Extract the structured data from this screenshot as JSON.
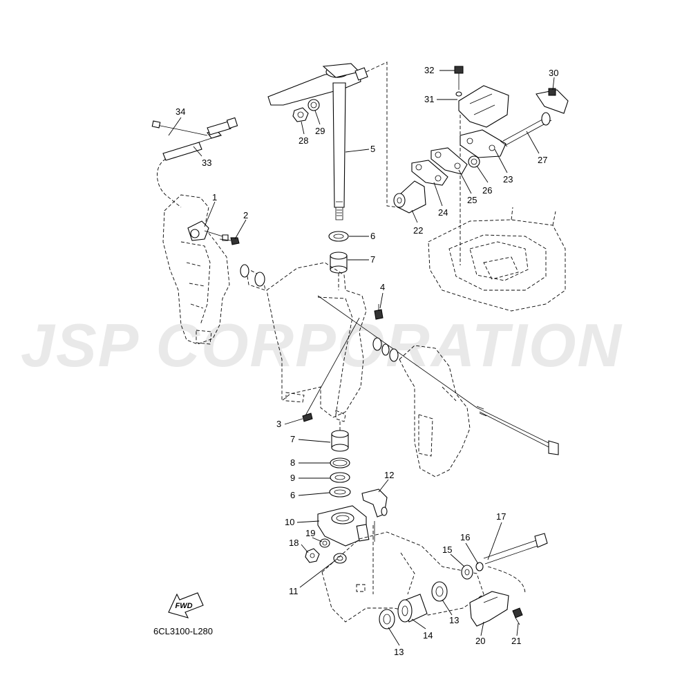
{
  "watermark": "JSP CORPORATION",
  "diagram_code": "6CL3100-L280",
  "fwd_label": "FWD",
  "callouts": [
    {
      "id": "c34",
      "text": "34"
    },
    {
      "id": "c33",
      "text": "33"
    },
    {
      "id": "c1",
      "text": "1"
    },
    {
      "id": "c2",
      "text": "2"
    },
    {
      "id": "c28",
      "text": "28"
    },
    {
      "id": "c29",
      "text": "29"
    },
    {
      "id": "c5",
      "text": "5"
    },
    {
      "id": "c6a",
      "text": "6"
    },
    {
      "id": "c7a",
      "text": "7"
    },
    {
      "id": "c4",
      "text": "4"
    },
    {
      "id": "c3",
      "text": "3"
    },
    {
      "id": "c7b",
      "text": "7"
    },
    {
      "id": "c8",
      "text": "8"
    },
    {
      "id": "c9",
      "text": "9"
    },
    {
      "id": "c6b",
      "text": "6"
    },
    {
      "id": "c12",
      "text": "12"
    },
    {
      "id": "c10",
      "text": "10"
    },
    {
      "id": "c19",
      "text": "19"
    },
    {
      "id": "c18",
      "text": "18"
    },
    {
      "id": "c11",
      "text": "11"
    },
    {
      "id": "c32",
      "text": "32"
    },
    {
      "id": "c31",
      "text": "31"
    },
    {
      "id": "c30",
      "text": "30"
    },
    {
      "id": "c27",
      "text": "27"
    },
    {
      "id": "c23",
      "text": "23"
    },
    {
      "id": "c26",
      "text": "26"
    },
    {
      "id": "c25",
      "text": "25"
    },
    {
      "id": "c24",
      "text": "24"
    },
    {
      "id": "c22",
      "text": "22"
    },
    {
      "id": "c17",
      "text": "17"
    },
    {
      "id": "c16",
      "text": "16"
    },
    {
      "id": "c15",
      "text": "15"
    },
    {
      "id": "c13a",
      "text": "13"
    },
    {
      "id": "c14",
      "text": "14"
    },
    {
      "id": "c13b",
      "text": "13"
    },
    {
      "id": "c20",
      "text": "20"
    },
    {
      "id": "c21",
      "text": "21"
    }
  ]
}
